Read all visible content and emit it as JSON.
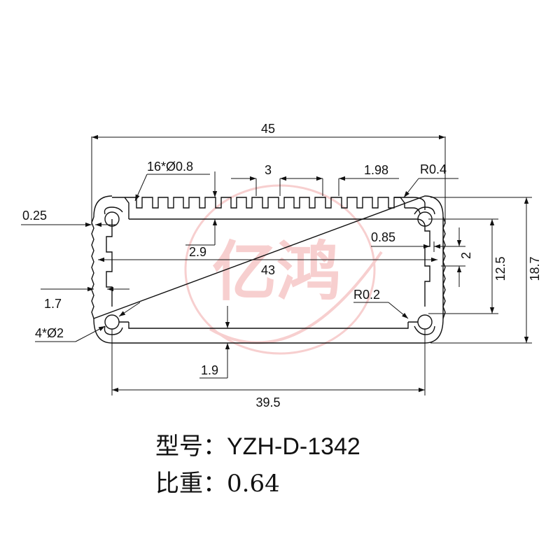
{
  "watermark": {
    "text": "亿鸿",
    "color": "#f2a8a8"
  },
  "dimensions": {
    "overall_width": "45",
    "fin_holes": "16*Ø0.8",
    "fin_pitch": "3",
    "fin_width": "1.98",
    "corner_radius_top": "R0.4",
    "edge_clearance": "0.25",
    "top_wall": "2.9",
    "inner_width": "43",
    "slot_depth": "0.85",
    "slot_height": "2",
    "inner_height": "12.5",
    "overall_height": "18.7",
    "side_wall": "1.7",
    "corner_radius_bottom": "R0.2",
    "screw_holes": "4*Ø2",
    "bottom_wall": "1.9",
    "bottom_width": "39.5"
  },
  "spec": {
    "model_label": "型号：",
    "model_value": "YZH-D-1342",
    "density_label": "比重：",
    "density_value": "0.64"
  },
  "colors": {
    "line": "#111111",
    "watermark": "#f2a8a8"
  }
}
